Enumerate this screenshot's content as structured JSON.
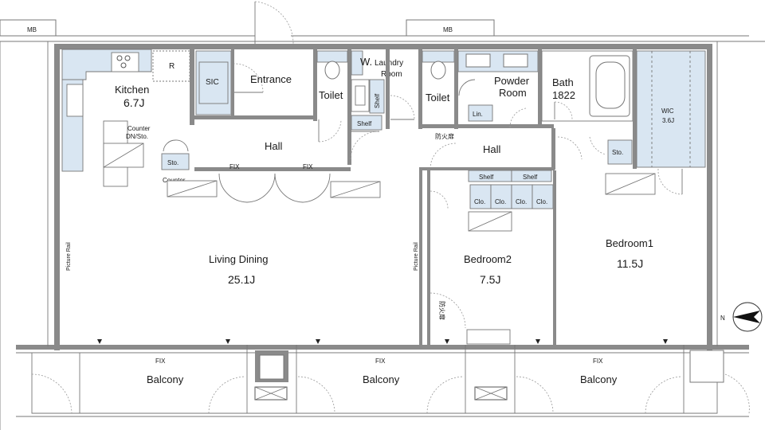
{
  "labels": {
    "mb_left": "MB",
    "mb_right": "MB",
    "kitchen": "Kitchen",
    "kitchen_size": "6.7J",
    "refrigerator": "R",
    "sic": "SIC",
    "entrance": "Entrance",
    "toilet_1": "Toilet",
    "w": "W.",
    "laundry": "Laundry",
    "laundry_room": "Room",
    "shelf_laundry": "Shelf",
    "shelf_hall": "Shelf",
    "toilet_2": "Toilet",
    "powder": "Powder",
    "powder_room": "Room",
    "lin": "Lin.",
    "bath": "Bath",
    "bath_size": "1822",
    "wic": "WIC",
    "wic_size": "3.6J",
    "counter_dn": "Counter",
    "counter_dn_sto": "DN/Sto.",
    "sto_kitchen": "Sto.",
    "sto_bedroom": "Sto.",
    "counter": "Counter",
    "hall_1": "Hall",
    "hall_2": "Hall",
    "fire_door": "防火扉",
    "fire_door_v": "防火扉",
    "fix_1": "FIX",
    "fix_2": "FIX",
    "shelf_b1": "Shelf",
    "shelf_b2": "Shelf",
    "clo_1": "Clo.",
    "clo_2": "Clo.",
    "clo_3": "Clo.",
    "clo_4": "Clo.",
    "picture_rail_1": "Picture Rail",
    "picture_rail_2": "Picture Rail",
    "living_dining": "Living Dining",
    "living_size": "25.1J",
    "bedroom2": "Bedroom2",
    "bedroom2_size": "7.5J",
    "bedroom1": "Bedroom1",
    "bedroom1_size": "11.5J",
    "fix_balcony_1": "FIX",
    "fix_balcony_2": "FIX",
    "fix_balcony_3": "FIX",
    "balcony_1": "Balcony",
    "balcony_2": "Balcony",
    "balcony_3": "Balcony",
    "north": "N"
  },
  "colors": {
    "wall": "#8a8a8a",
    "fixture_blue": "#d9e6f2",
    "line": "#777777"
  }
}
